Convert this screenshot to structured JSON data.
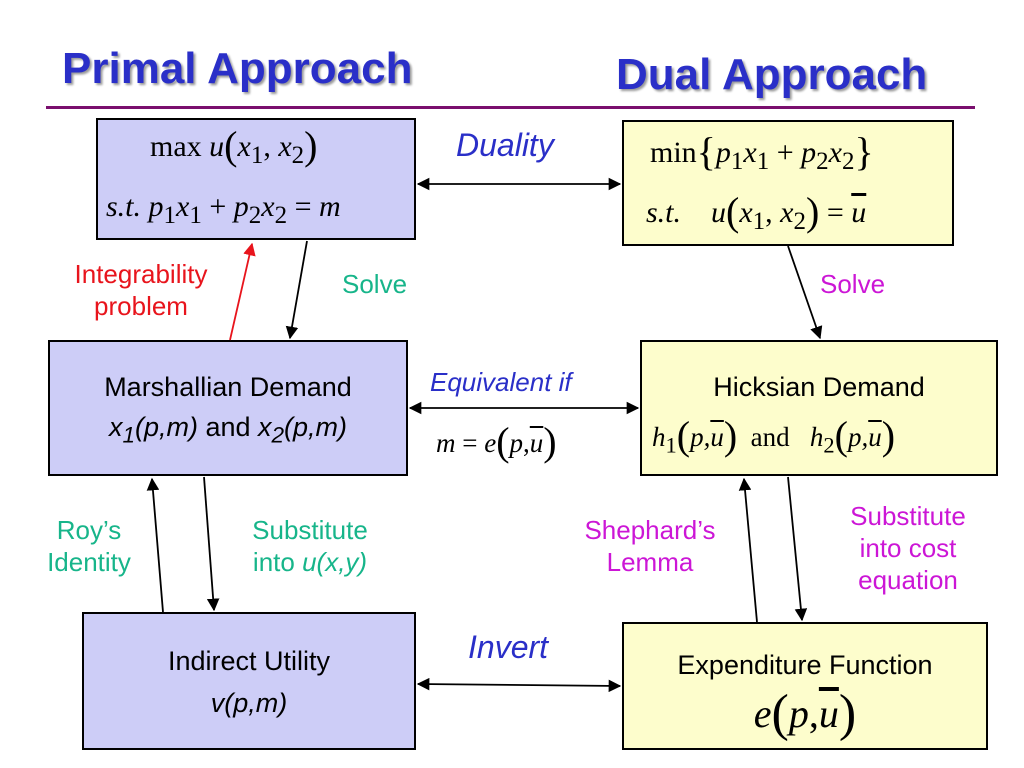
{
  "header": {
    "primal_title": "Primal Approach",
    "dual_title": "Dual Approach"
  },
  "colors": {
    "title_blue": "#2a2fc8",
    "rule_purple": "#7a0f6e",
    "primal_box_fill": "#cdcdf7",
    "dual_box_fill": "#fdfdcc",
    "red_label": "#e8141c",
    "teal_label": "#17b58a",
    "magenta_label": "#cc16d6"
  },
  "nodes": {
    "utility_max": {
      "line1": {
        "max": "max",
        "u": "u",
        "lp": "(",
        "x1": "x",
        "s1": "1",
        "comma": ", ",
        "x2": "x",
        "s2": "2",
        "rp": ")"
      },
      "line2": {
        "st": "s.t.",
        "p1": "p",
        "s1": "1",
        "x1": "x",
        "s2": "1",
        "plus": " + ",
        "p2": "p",
        "s3": "2",
        "x2": "x",
        "s4": "2",
        "eq": " = ",
        "m": "m"
      }
    },
    "expenditure_min": {
      "line1": {
        "min": "min",
        "lb": "{",
        "p1": "p",
        "s1": "1",
        "x1": "x",
        "s2": "1",
        "plus": " + ",
        "p2": "p",
        "s3": "2",
        "x2": "x",
        "s4": "2",
        "rb": "}"
      },
      "line2": {
        "st": "s.t.",
        "u": "u",
        "lp": "(",
        "x1": "x",
        "s1": "1",
        "comma": ", ",
        "x2": "x",
        "s2": "2",
        "rp": ")",
        "eq": " = ",
        "ubar": "u"
      }
    },
    "marshallian": {
      "title": "Marshallian Demand",
      "x1": "x",
      "s1": "1",
      "pm1": "(p,m)",
      "and": " and ",
      "x2": "x",
      "s2": "2",
      "pm2": "(p,m)"
    },
    "hicksian": {
      "title": "Hicksian Demand",
      "h1": "h",
      "s1": "1",
      "lp1": "(",
      "args1": "p,",
      "ubar1": "u",
      "rp1": ")",
      "and": "and",
      "h2": "h",
      "s2": "2",
      "lp2": "(",
      "args2": "p,",
      "ubar2": "u",
      "rp2": ")"
    },
    "indirect": {
      "title": "Indirect Utility",
      "formula": "v(p,m)"
    },
    "expenditure": {
      "title": "Expenditure Function",
      "e": "e",
      "lp": "(",
      "p": "p",
      "comma": ",",
      "ubar": "u",
      "rp": ")"
    }
  },
  "edges": {
    "duality": "Duality",
    "equivalent_if": "Equivalent if",
    "equivalence_formula": {
      "m": "m",
      "eq": " = ",
      "e": "e",
      "lp": "(",
      "p": "p",
      "comma": ",",
      "ubar": "u",
      "rp": ")"
    },
    "invert": "Invert",
    "integrability": [
      "Integrability",
      "problem"
    ],
    "solve_left": "Solve",
    "solve_right": "Solve",
    "roys_identity": [
      "Roy’s",
      "Identity"
    ],
    "substitute_left": {
      "line1": "Substitute",
      "line2_plain": "into ",
      "line2_italic": "u(x,y)"
    },
    "shephards_lemma": [
      "Shephard’s",
      "Lemma"
    ],
    "substitute_right": [
      "Substitute",
      "into cost",
      "equation"
    ]
  }
}
